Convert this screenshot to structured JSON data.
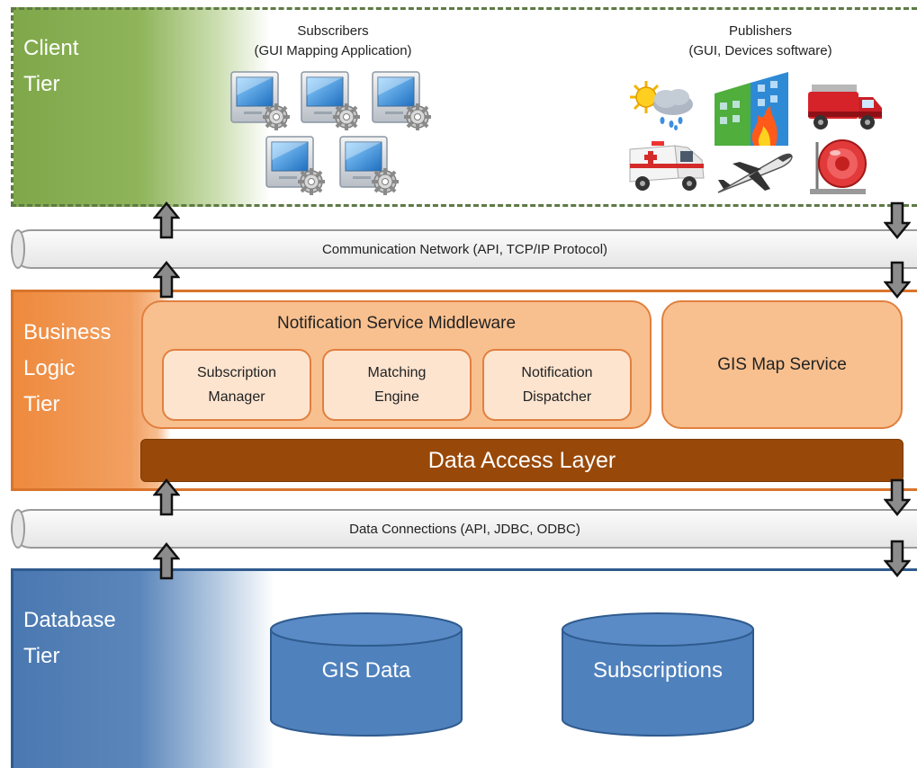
{
  "client_tier": {
    "label": "Client\nTier",
    "subscribers_title": "Subscribers",
    "subscribers_subtitle": "(GUI Mapping Application)",
    "publishers_title": "Publishers",
    "publishers_subtitle": "(GUI, Devices software)",
    "publisher_icons": [
      "weather-icon",
      "burning-building-icon",
      "fire-truck-icon",
      "ambulance-icon",
      "airplane-icon",
      "alarm-bell-icon"
    ]
  },
  "communication_network": {
    "label": "Communication Network (API, TCP/IP Protocol)"
  },
  "business_tier": {
    "label": "Business\nLogic\nTier",
    "middleware_title": "Notification Service Middleware",
    "subscription_manager": "Subscription\nManager",
    "matching_engine": "Matching\nEngine",
    "notification_dispatcher": "Notification\nDispatcher",
    "gis_map_service": "GIS Map Service",
    "data_access_layer": "Data Access Layer"
  },
  "data_connections": {
    "label": "Data Connections (API, JDBC, ODBC)"
  },
  "database_tier": {
    "label": "Database\nTier",
    "gis_data": "GIS Data",
    "subscriptions": "Subscriptions"
  },
  "colors": {
    "client": "#7fa84a",
    "business": "#ee8a3d",
    "database": "#4a78b0",
    "middleware": "#f9c08f",
    "data_access": "#984808",
    "cylinder": "#4f81bd"
  }
}
